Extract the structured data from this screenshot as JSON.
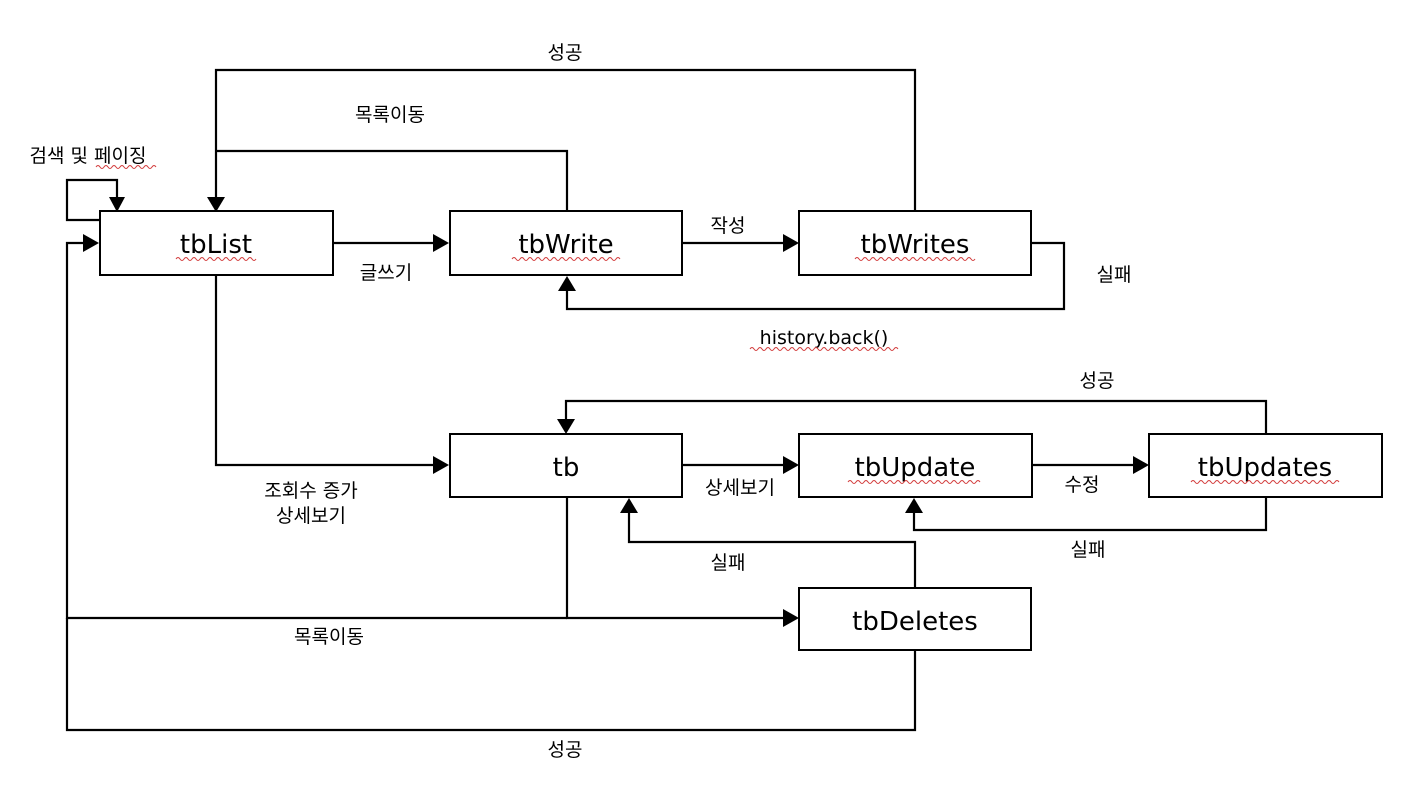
{
  "nodes": {
    "tbList": "tbList",
    "tbWrite": "tbWrite",
    "tbWrites": "tbWrites",
    "tb": "tb",
    "tbUpdate": "tbUpdate",
    "tbUpdates": "tbUpdates",
    "tbDeletes": "tbDeletes"
  },
  "edges": {
    "self_loop": "검색 및 페이징",
    "list_to_write": "글쓰기",
    "write_to_writes": "작성",
    "writes_fail": "실패",
    "history_back": "history.back()",
    "writes_success": "성공",
    "write_to_list": "목록이동",
    "list_to_tb_line1": "조회수 증가",
    "list_to_tb_line2": "상세보기",
    "tb_to_update": "상세보기",
    "update_to_updates": "수정",
    "updates_success": "성공",
    "updates_fail": "실패",
    "deletes_fail": "실패",
    "tb_to_list": "목록이동",
    "deletes_success": "성공"
  },
  "colors": {
    "line": "#000000",
    "spellcheck_squiggle": "#d23a3a"
  }
}
